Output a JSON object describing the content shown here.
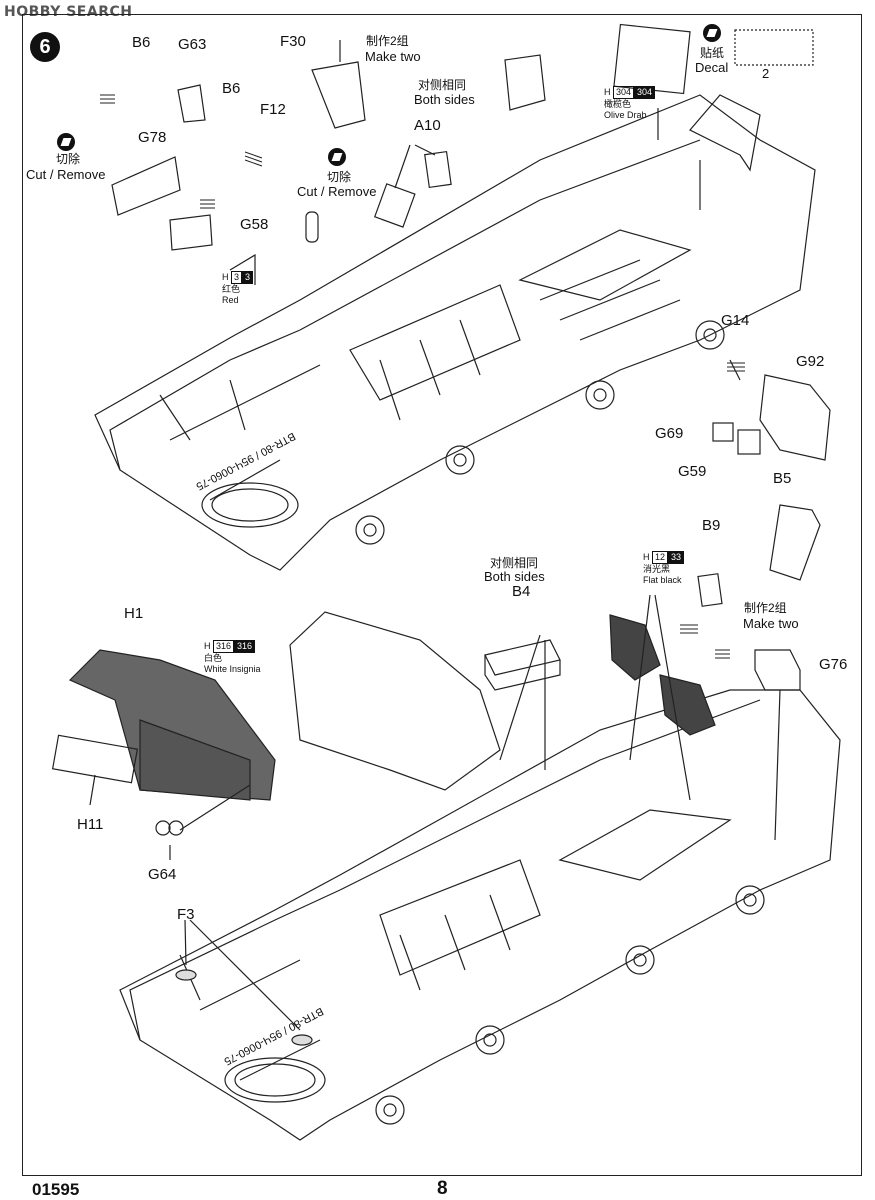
{
  "watermark": "HOBBY SEARCH",
  "step_number": "6",
  "parts": {
    "b6_a": "B6",
    "g63": "G63",
    "b6_b": "B6",
    "f30": "F30",
    "f12": "F12",
    "a10": "A10",
    "g78": "G78",
    "g58": "G58",
    "g14": "G14",
    "g92": "G92",
    "g69": "G69",
    "g59": "G59",
    "b5": "B5",
    "b9": "B9",
    "b4": "B4",
    "g76": "G76",
    "h1": "H1",
    "h11": "H11",
    "g64": "G64",
    "f3": "F3"
  },
  "notes": {
    "make_two_cn": "制作2组",
    "make_two_en": "Make two",
    "both_sides_cn": "对侧相同",
    "both_sides_en": "Both sides",
    "cut_cn": "切除",
    "cut_en": "Cut / Remove",
    "decal_cn": "贴纸",
    "decal_en": "Decal",
    "decal_num": "2"
  },
  "colors": {
    "red": {
      "h": "H",
      "code1": "3",
      "code2": "3",
      "cn": "红色",
      "en": "Red",
      "swatch": "#111111"
    },
    "olive": {
      "h": "H",
      "code1": "304",
      "code2": "304",
      "cn": "橄榄色",
      "en": "Olive Drab"
    },
    "flat_black": {
      "h": "H",
      "code1": "12",
      "code2": "33",
      "cn": "消光黑",
      "en": "Flat black"
    },
    "white_insignia": {
      "h": "H",
      "code1": "316",
      "code2": "316",
      "cn": "白色",
      "en": "White Insignia"
    }
  },
  "hull_marking": "BTR-80 / 95Ч-0060-75",
  "footer": {
    "code": "01595",
    "page": "8"
  }
}
